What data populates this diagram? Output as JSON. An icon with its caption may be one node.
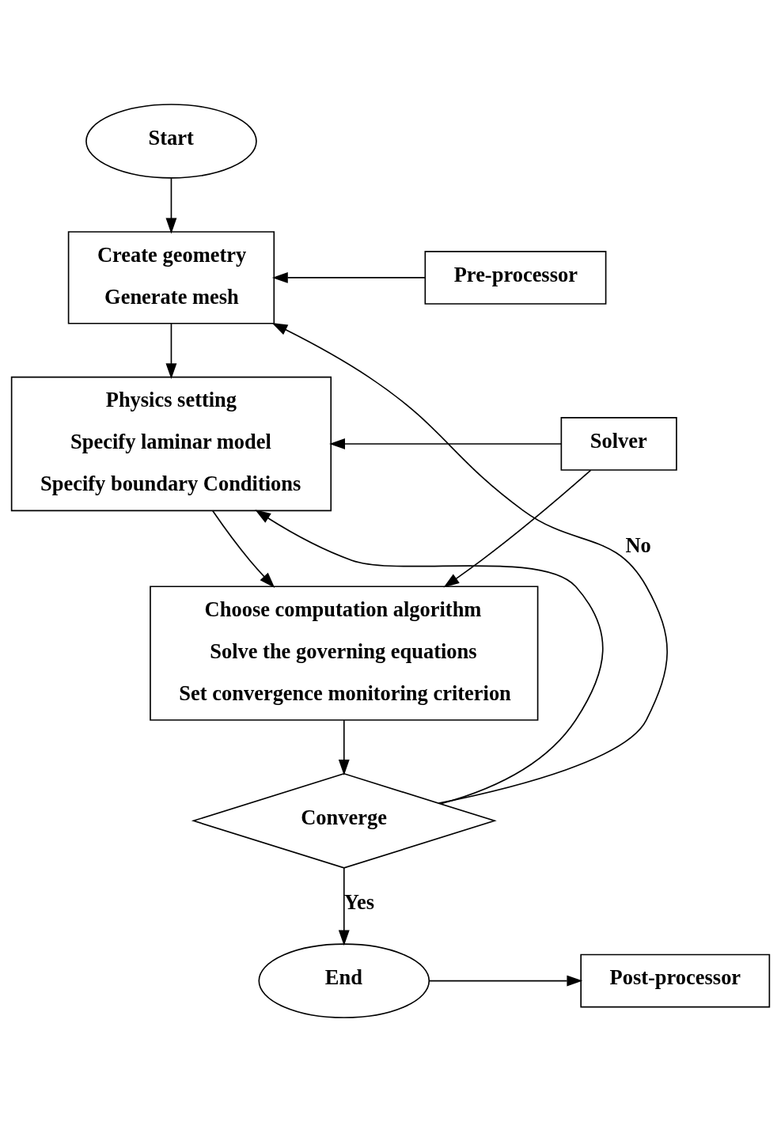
{
  "diagram": {
    "nodes": [
      {
        "text": [
          "Start"
        ]
      },
      {
        "text": [
          "Create geometry",
          "Generate mesh"
        ]
      },
      {
        "text": [
          "Pre-processor"
        ]
      },
      {
        "text": [
          "Physics setting",
          "Specify laminar model",
          "Specify boundary Conditions"
        ]
      },
      {
        "text": [
          "Solver"
        ]
      },
      {
        "text": [
          "Choose computation algorithm",
          "Solve the governing equations",
          "Set convergence monitoring criterion"
        ]
      },
      {
        "text": [
          "Converge"
        ]
      },
      {
        "text": [
          "End"
        ]
      },
      {
        "text": [
          "Post-processor"
        ]
      }
    ],
    "edges": [
      {
        "from": 0,
        "to": 1,
        "arrow": "to"
      },
      {
        "from": 2,
        "to": 1,
        "arrow": "to"
      },
      {
        "from": 1,
        "to": 3,
        "arrow": "to"
      },
      {
        "from": 4,
        "to": 3,
        "arrow": "to"
      },
      {
        "from": 4,
        "to": 5,
        "arrow": "to"
      },
      {
        "from": 3,
        "to": 5,
        "arrow": "to"
      },
      {
        "from": 5,
        "to": 6,
        "arrow": "to"
      },
      {
        "from": 6,
        "to": 1,
        "arrow": "to",
        "label": "No"
      },
      {
        "from": 6,
        "to": 3,
        "arrow": "to"
      },
      {
        "from": 6,
        "to": 7,
        "arrow": "to",
        "label": "Yes"
      },
      {
        "from": 7,
        "to": 8,
        "arrow": "to"
      }
    ]
  }
}
